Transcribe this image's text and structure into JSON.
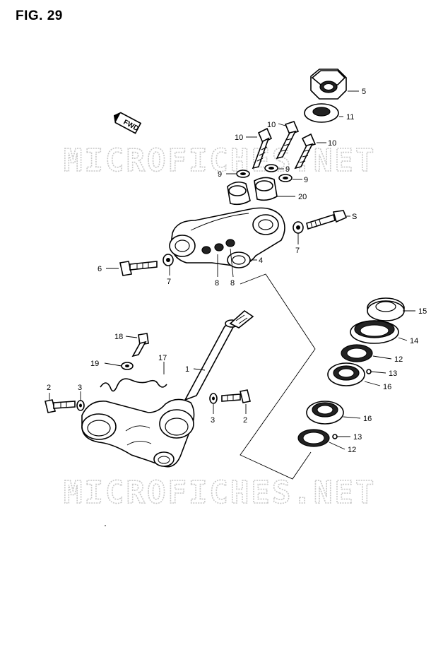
{
  "figure": {
    "title": "FIG. 29",
    "fwd_label": "FWD",
    "watermarks": [
      "MICROFICHES.NET",
      "MICROFICHES.NET"
    ]
  },
  "callouts": [
    {
      "id": "c5",
      "label": "5"
    },
    {
      "id": "c11",
      "label": "11"
    },
    {
      "id": "c10a",
      "label": "10"
    },
    {
      "id": "c10b",
      "label": "10"
    },
    {
      "id": "c10c",
      "label": "10"
    },
    {
      "id": "c9a",
      "label": "9"
    },
    {
      "id": "c9b",
      "label": "9"
    },
    {
      "id": "c9c",
      "label": "9"
    },
    {
      "id": "c20",
      "label": "20"
    },
    {
      "id": "cS",
      "label": "S"
    },
    {
      "id": "c7a",
      "label": "7"
    },
    {
      "id": "c6",
      "label": "6"
    },
    {
      "id": "c7b",
      "label": "7"
    },
    {
      "id": "c4",
      "label": "4"
    },
    {
      "id": "c8a",
      "label": "8"
    },
    {
      "id": "c8b",
      "label": "8"
    },
    {
      "id": "c15",
      "label": "15"
    },
    {
      "id": "c14",
      "label": "14"
    },
    {
      "id": "c12a",
      "label": "12"
    },
    {
      "id": "c13a",
      "label": "13"
    },
    {
      "id": "c16a",
      "label": "16"
    },
    {
      "id": "c16b",
      "label": "16"
    },
    {
      "id": "c13b",
      "label": "13"
    },
    {
      "id": "c12b",
      "label": "12"
    },
    {
      "id": "c18",
      "label": "18"
    },
    {
      "id": "c19",
      "label": "19"
    },
    {
      "id": "c17",
      "label": "17"
    },
    {
      "id": "c1",
      "label": "1"
    },
    {
      "id": "c2a",
      "label": "2"
    },
    {
      "id": "c3a",
      "label": "3"
    },
    {
      "id": "c3b",
      "label": "3"
    },
    {
      "id": "c2b",
      "label": "2"
    }
  ]
}
